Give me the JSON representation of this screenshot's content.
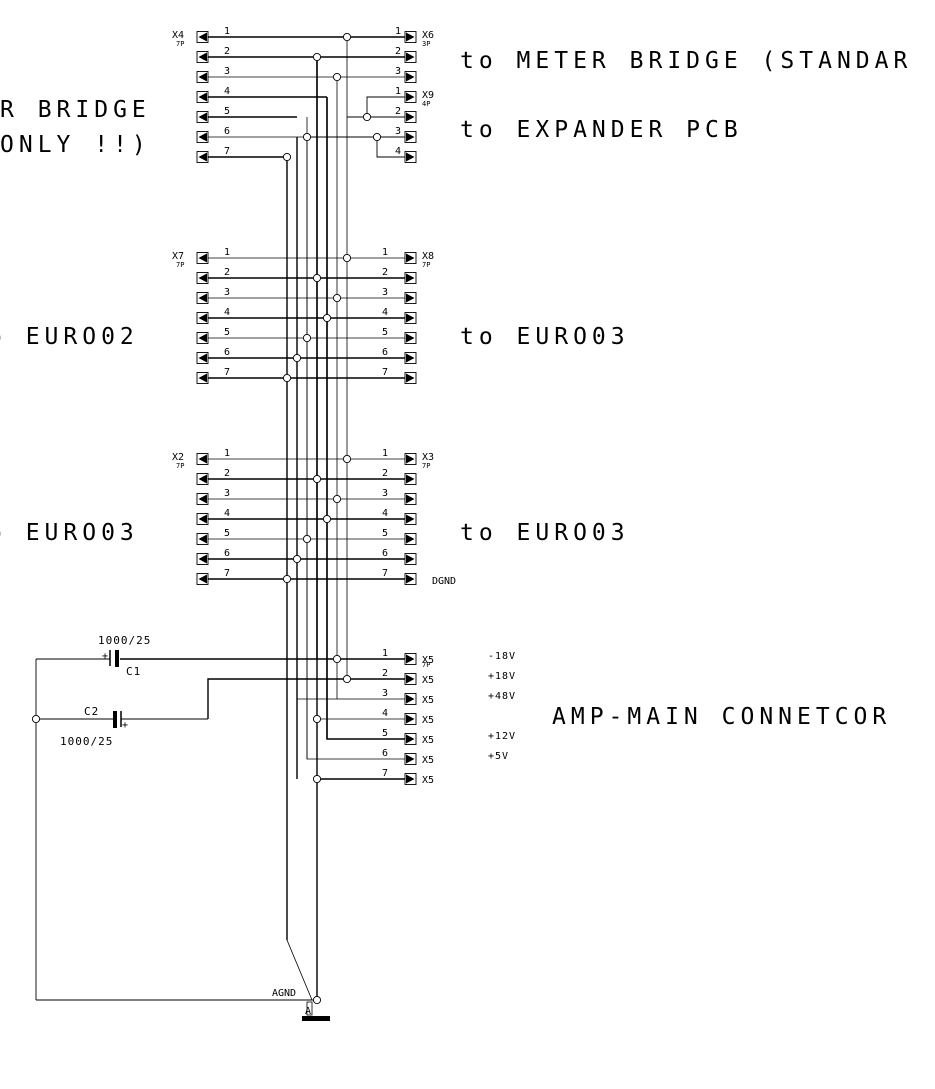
{
  "labels": {
    "meter_bridge_left": "R BRIDGE",
    "only_left": "ONLY !!)",
    "meter_bridge_right": "to METER BRIDGE (STANDAR",
    "expander": "to EXPANDER PCB",
    "euro02_left": "o EURO02",
    "euro03_right_1": "to EURO03",
    "euro03_left": "o EURO03",
    "euro03_right_2": "to EURO03",
    "amp_main": "AMP-MAIN CONNETCOR"
  },
  "connectors": {
    "x4": {
      "ref": "X4",
      "pins": "7P"
    },
    "x6": {
      "ref": "X6",
      "pins": "3P"
    },
    "x9": {
      "ref": "X9",
      "pins": "4P"
    },
    "x7": {
      "ref": "X7",
      "pins": "7P"
    },
    "x8": {
      "ref": "X8",
      "pins": "7P"
    },
    "x2": {
      "ref": "X2",
      "pins": "7P"
    },
    "x3": {
      "ref": "X3",
      "pins": "7P"
    },
    "x5": {
      "ref": "X5",
      "pins": "7P"
    }
  },
  "pin_numbers": [
    "1",
    "2",
    "3",
    "4",
    "5",
    "6",
    "7"
  ],
  "x9_pin_numbers": [
    "1",
    "2",
    "3",
    "4"
  ],
  "dgnd": "DGND",
  "agnd": "AGND",
  "ground_symbol": "A",
  "x5_voltages": [
    "-18V",
    "+18V",
    "+48V",
    "",
    "+12V",
    "+5V",
    ""
  ],
  "capacitors": {
    "c1": {
      "name": "C1",
      "value": "1000/25",
      "polarity": "+"
    },
    "c2": {
      "name": "C2",
      "value": "1000/25",
      "polarity": "+"
    }
  }
}
